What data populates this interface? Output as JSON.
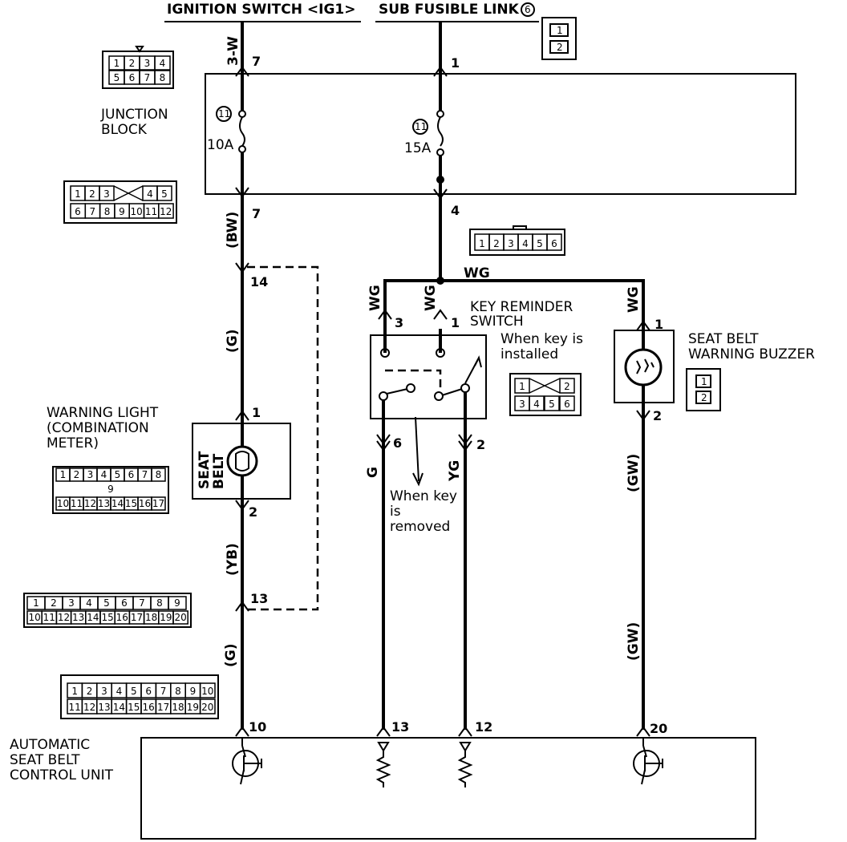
{
  "header": {
    "ignition": "IGNITION SWITCH <IG1>",
    "fusible": "SUB FUSIBLE LINK",
    "fusible_no": "6"
  },
  "junction_block": {
    "title1": "JUNCTION",
    "title2": "BLOCK",
    "fuse_a_no": "11",
    "fuse_a_rating": "10A",
    "fuse_b_no": "11",
    "fuse_b_rating": "15A"
  },
  "wires": {
    "w_3w": "3-W",
    "w_bw": "(BW)",
    "w_g1": "(G)",
    "w_yb": "(YB)",
    "w_g2": "(G)",
    "w_wg_top": "WG",
    "w_wg_left": "WG",
    "w_wg_mid": "WG",
    "w_wg_right": "WG",
    "w_g_key": "G",
    "w_yg": "YG",
    "w_gw1": "(GW)",
    "w_gw2": "(GW)"
  },
  "pins": {
    "p7a": "7",
    "p1a": "1",
    "p7b": "7",
    "p4": "4",
    "p14": "14",
    "p1_light": "1",
    "p2_light": "2",
    "p13_left": "13",
    "p3_key": "3",
    "p1_key": "1",
    "p6_key": "6",
    "p2_key": "2",
    "p1_buzz": "1",
    "p2_buzz": "2",
    "p10": "10",
    "p13": "13",
    "p12": "12",
    "p20": "20"
  },
  "key_switch": {
    "title1": "KEY REMINDER",
    "title2": "SWITCH",
    "installed1": "When key is",
    "installed2": "installed",
    "removed1": "When key",
    "removed2": "is",
    "removed3": "removed"
  },
  "buzzer": {
    "title1": "SEAT BELT",
    "title2": "WARNING BUZZER"
  },
  "warning_light": {
    "title1": "WARNING LIGHT",
    "title2": "(COMBINATION",
    "title3": "METER)",
    "inner1": "SEAT",
    "inner2": "BELT"
  },
  "control_unit": {
    "title1": "AUTOMATIC",
    "title2": "SEAT BELT",
    "title3": "CONTROL UNIT"
  },
  "connectors": {
    "c_2pin": [
      "1",
      "2"
    ],
    "c_jb_top": [
      "1",
      "2",
      "3",
      "4",
      "5",
      "6",
      "7",
      "8"
    ],
    "c_jb_bottom": [
      "1",
      "2",
      "3",
      "4",
      "5",
      "6",
      "7",
      "8",
      "9",
      "10",
      "11",
      "12"
    ],
    "c_6pin": [
      "1",
      "2",
      "3",
      "4",
      "5",
      "6"
    ],
    "c_key": [
      "1",
      "2",
      "3",
      "4",
      "5",
      "6"
    ],
    "c_buzz": [
      "1",
      "2"
    ],
    "c_meter_top": [
      "1",
      "2",
      "3",
      "4",
      "5",
      "6",
      "7",
      "8"
    ],
    "c_meter_mid": "9",
    "c_meter_bottom": [
      "10",
      "11",
      "12",
      "13",
      "14",
      "15",
      "16",
      "17"
    ],
    "c_20_top": [
      "1",
      "2",
      "3",
      "4",
      "5",
      "6",
      "7",
      "8",
      "9"
    ],
    "c_20_bottom": [
      "10",
      "11",
      "12",
      "13",
      "14",
      "15",
      "16",
      "17",
      "18",
      "19",
      "20"
    ],
    "c_cu_top": [
      "1",
      "2",
      "3",
      "4",
      "5",
      "6",
      "7",
      "8",
      "9",
      "10"
    ],
    "c_cu_bottom": [
      "11",
      "12",
      "13",
      "14",
      "15",
      "16",
      "17",
      "18",
      "19",
      "20"
    ]
  }
}
